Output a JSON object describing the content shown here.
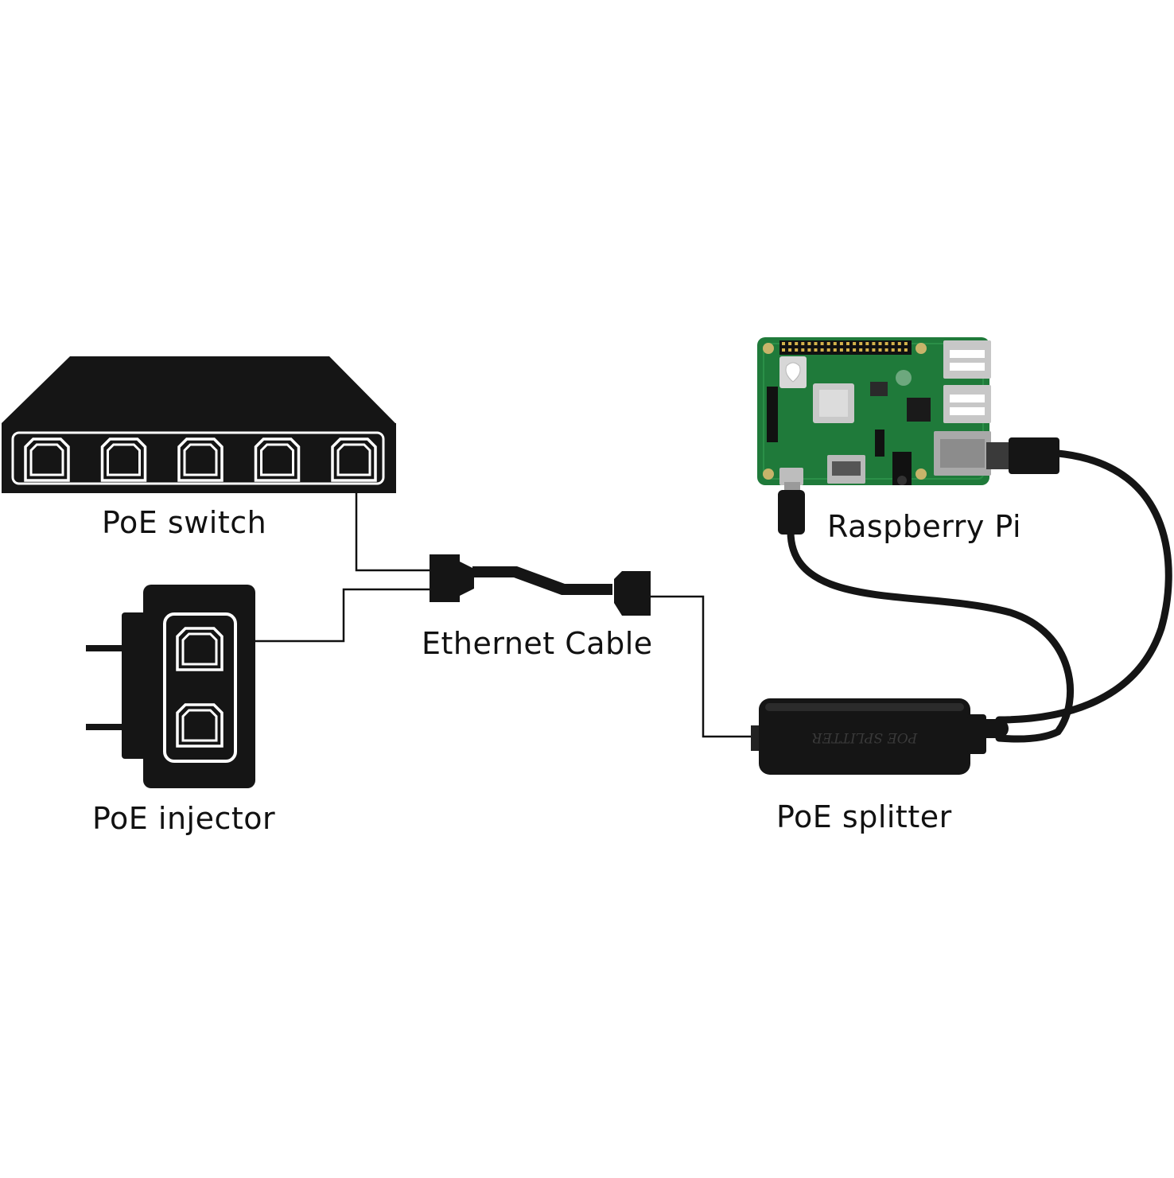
{
  "labels": {
    "poe_switch": "PoE switch",
    "poe_injector": "PoE injector",
    "ethernet_cable": "Ethernet Cable",
    "raspberry_pi": "Raspberry Pi",
    "poe_splitter": "PoE splitter"
  },
  "splitter_print": "POE SPLITTER",
  "colors": {
    "device_fill": "#151515",
    "wire": "#111111",
    "board_green": "#1f7a3a",
    "background": "#ffffff"
  },
  "switch_port_count": 5,
  "injector_port_count": 2
}
